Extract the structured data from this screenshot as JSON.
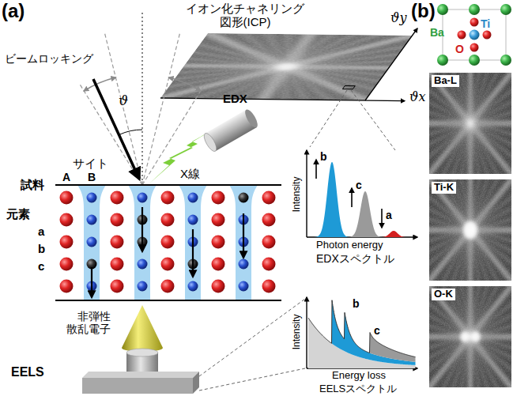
{
  "diagram": {
    "nodes": [
      {
        "text": [
          "Ba",
          "Ti",
          "O"
        ]
      },
      {
        "text": [
          "Ba-L"
        ]
      },
      {
        "text": [
          "Ti-K"
        ]
      },
      {
        "text": [
          "O-K"
        ]
      }
    ],
    "labels": [
      "(a)",
      "イオン化チャネリング 図形(ICP)",
      "ϑy",
      "ϑx",
      "ビームロッキング",
      "ϑ",
      "EDX",
      "X線",
      "サイト",
      "A",
      "B",
      "試料",
      "元素",
      "a",
      "b",
      "c",
      "Intensity",
      "Photon energy",
      "EDXスペクトル",
      "b",
      "c",
      "a",
      "非弾性 散乱電子",
      "EELS",
      "Intensity",
      "Energy loss",
      "EELSスペクトル",
      "b",
      "c",
      "(b)"
    ]
  }
}
